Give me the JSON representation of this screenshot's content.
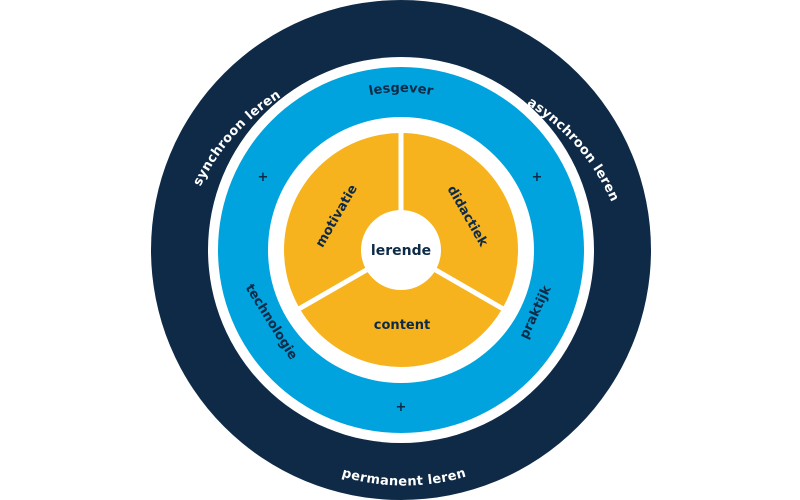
{
  "colors": {
    "outer_ring": "#0e2a47",
    "middle_ring": "#00a3dd",
    "inner_ring": "#f7b31e",
    "center": "#ffffff",
    "dark_text": "#0d2a47",
    "light_text": "#ffffff"
  },
  "outer_ring": {
    "left_label": "synchroon leren",
    "right_label": "asynchroon leren",
    "bottom_label": "permanent leren"
  },
  "middle_ring": {
    "top_label": "lesgever",
    "left_label": "technologie",
    "right_label": "praktijk",
    "plus_symbol": "+"
  },
  "inner_ring": {
    "segments": [
      "motivatie",
      "didactiek",
      "content"
    ]
  },
  "center": {
    "label": "lerende"
  }
}
